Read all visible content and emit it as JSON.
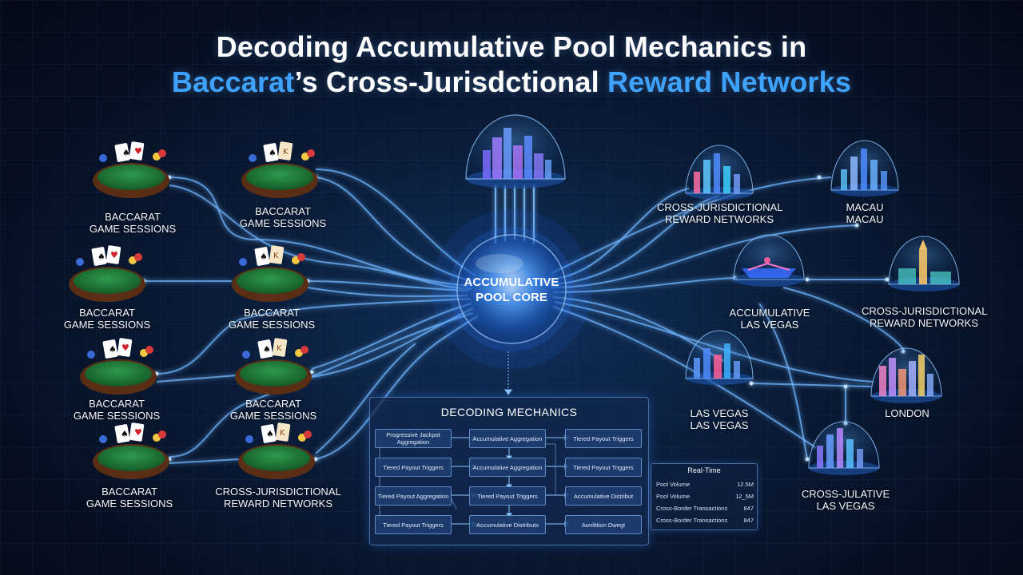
{
  "title": {
    "line1": "Decoding Accumulative Pool Mechanics in",
    "line2_part1": "Baccarat",
    "line2_part2": "’s Cross-Jurisdctional ",
    "line2_part3": "Reward Networks"
  },
  "core": {
    "label": "ACCUMULATIVE POOL CORE"
  },
  "left_nodes": [
    {
      "line1": "BACCARAT",
      "line2": "GAME SESSIONS"
    },
    {
      "line1": "BACCARAT",
      "line2": "GAME SESSIONS"
    },
    {
      "line1": "BACCARAT",
      "line2": "GAME SESSIONS"
    },
    {
      "line1": "BACCARAT",
      "line2": "GAME SESSIONS"
    },
    {
      "line1": "BACCARAT",
      "line2": "GAME SESSIONS"
    },
    {
      "line1": "BACCARAT",
      "line2": "GAME SESSIONS"
    },
    {
      "line1": "BACCARAT",
      "line2": "GAME SESSIONS"
    },
    {
      "line1": "CROSS-JURISDICTIONAL",
      "line2": "REWARD NETWORKS"
    }
  ],
  "right_nodes": [
    {
      "line1": "CROSS-JURISDICTIONAL",
      "line2": "REWARD NETWORKS"
    },
    {
      "line1": "MACAU",
      "line2": "MACAU"
    },
    {
      "line1": "ACCUMULATIVE",
      "line2": "LAS VEGAS"
    },
    {
      "line1": "CROSS-JURISDICTIONAL",
      "line2": "REWARD NETWORKS"
    },
    {
      "line1": "LAS VEGAS",
      "line2": "LAS VEGAS"
    },
    {
      "line1": "LONDON",
      "line2": ""
    },
    {
      "line1": "CROSS-JULATIVE",
      "line2": "LAS VEGAS"
    }
  ],
  "mechanics": {
    "title": "DECODING MECHANICS",
    "boxes": [
      "Progressive Jackpot Aggregation",
      "Accumulative Aggregation",
      "Tiered Payout Triggers",
      "Tiered Payout Triggers",
      "Accumulative Aggregation",
      "Tiered Payout Triggers",
      "Tiered Payout Aggregation",
      "Tiered Payout Triggers",
      "Accumulative Distribut",
      "Tiered Payout Triggers",
      "Accumulative Distributs",
      "Aonlittion Dwegt"
    ]
  },
  "realtime": {
    "title": "Real-Time",
    "rows": [
      {
        "label": "Pool Volume",
        "value": "12.5M"
      },
      {
        "label": "Pool Volume",
        "value": "12_5M"
      },
      {
        "label": "Cross-Border Transactions",
        "value": "847"
      },
      {
        "label": "Cross-Border Transactions",
        "value": "847"
      }
    ]
  },
  "colors": {
    "accent": "#3ea3ff",
    "wire": "#6fb6ff",
    "core_glow": "#2a7bff",
    "felt": "#1f7a3a"
  }
}
